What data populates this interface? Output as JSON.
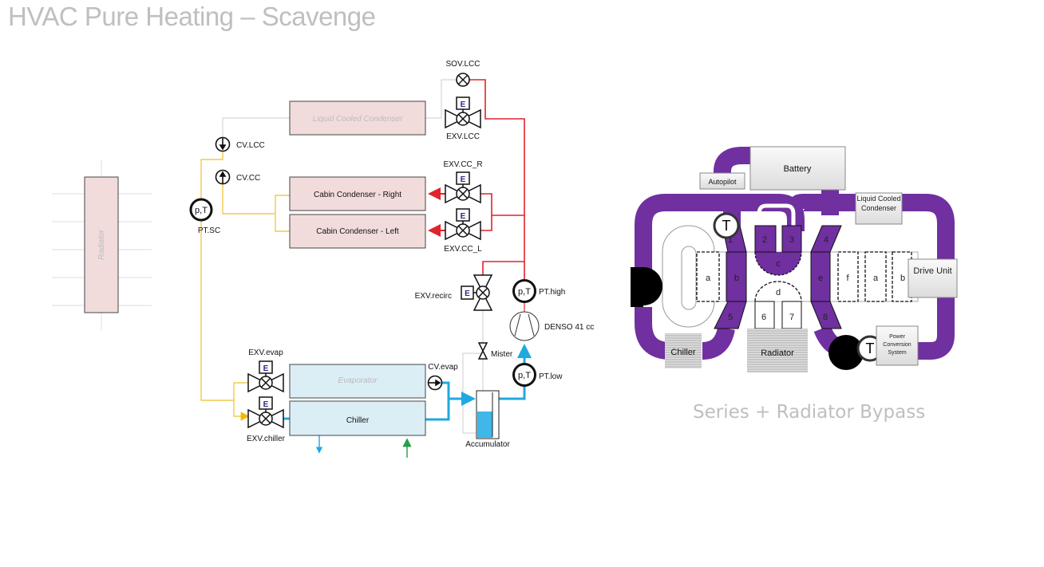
{
  "slide": {
    "title": "HVAC Pure Heating – Scavenge",
    "subtitle": "Series + Radiator Bypass"
  },
  "colors": {
    "hot_line": "#e0242b",
    "liquid_line": "#f2c94c",
    "suction_line": "#1fa9e0",
    "inactive_line": "#cccccc",
    "coolant_loop": "#7030a0",
    "heat_exchanger_fill": "#f2dcdb",
    "evaporator_fill": "#dbeef6",
    "coolant_in": "#22a04b"
  },
  "refrigerant_circuit": {
    "radiator": "Radiator",
    "components": {
      "lcc": "Liquid Cooled Condenser",
      "cc_right": "Cabin Condenser - Right",
      "cc_left": "Cabin Condenser - Left",
      "evaporator": "Evaporator",
      "chiller": "Chiller",
      "accumulator": "Accumulator",
      "compressor": "DENSO 41 cc"
    },
    "valves": {
      "sov_lcc": "SOV.LCC",
      "exv_lcc": "EXV.LCC",
      "exv_cc_r": "EXV.CC_R",
      "exv_cc_l": "EXV.CC_L",
      "exv_recirc": "EXV.recirc",
      "mister": "Mister",
      "exv_evap": "EXV.evap",
      "exv_chiller": "EXV.chiller",
      "cv_lcc": "CV.LCC",
      "cv_cc": "CV.CC",
      "cv_evap": "CV.evap",
      "actuator_letter": "E"
    },
    "sensors": {
      "symbol": "p,T",
      "pt_sc": "PT.SC",
      "pt_high": "PT.high",
      "pt_low": "PT.low"
    }
  },
  "coolant_circuit": {
    "battery": "Battery",
    "autopilot": "Autopilot",
    "lcc": "Liquid Cooled Condenser",
    "drive_unit": "Drive Unit",
    "pcs": "Power Conversion System",
    "chiller": "Chiller",
    "radiator": "Radiator",
    "temp_symbol": "T",
    "ports": [
      "1",
      "2",
      "3",
      "4",
      "5",
      "6",
      "7",
      "8"
    ],
    "valve_sections": [
      "a",
      "b",
      "c",
      "d",
      "e",
      "f",
      "a",
      "b"
    ]
  }
}
